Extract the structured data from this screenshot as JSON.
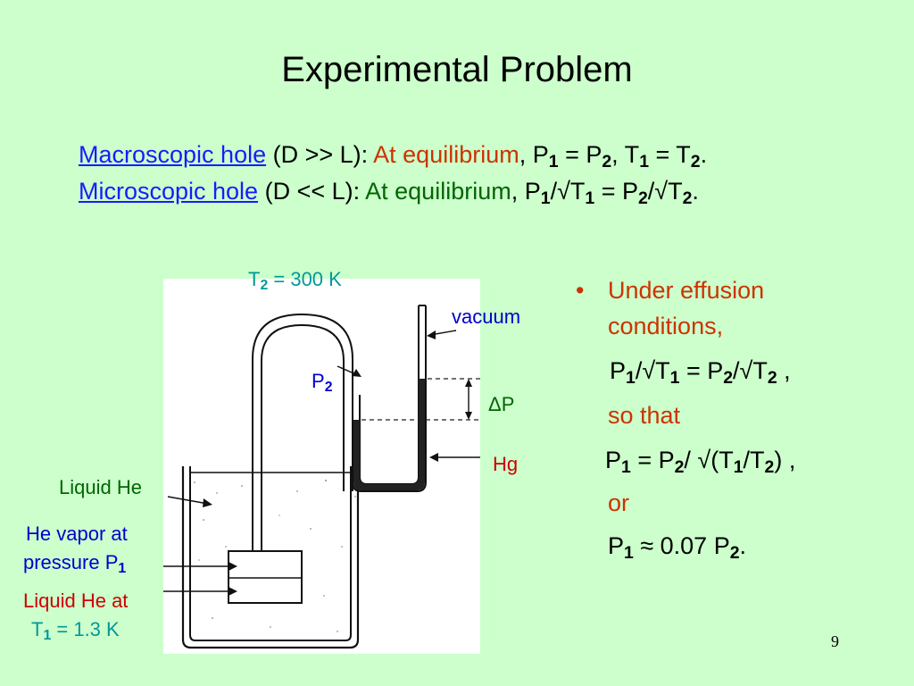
{
  "slide": {
    "title": "Experimental Problem",
    "page_number": "9"
  },
  "equations": {
    "macro": {
      "link": "Macroscopic hole",
      "cond": " (D >> L):  ",
      "eq_label": "At equilibrium",
      "comma": ", ",
      "p1": "P",
      "s1": "1",
      "eq1": " = P",
      "s2": "2",
      "mid": ", T",
      "s3": "1",
      "eq2": " = T",
      "s4": "2",
      "end": "."
    },
    "micro": {
      "link": "Microscopic hole",
      "cond": "  (D << L):  ",
      "eq_label": "At equilibrium",
      "comma": ", ",
      "p1": "P",
      "s1": "1",
      "a": "/√T",
      "s2": "1",
      "b": " = P",
      "s3": "2",
      "c": "/√T",
      "s4": "2",
      "end": "."
    }
  },
  "labels": {
    "t2_main": "T",
    "t2_sub": "2",
    "t2_rest": " = 300 K",
    "vacuum": "vacuum",
    "p2_main": "P",
    "p2_sub": "2",
    "delta_p": "ΔP",
    "hg": "Hg",
    "liquid_he": "Liquid He",
    "vapor_line1": "He vapor at",
    "vapor_line2": "pressure P",
    "vapor_sub": "1",
    "liquid_at": "Liquid He at",
    "t1_main": "T",
    "t1_sub": "1",
    "t1_rest": " = 1.3 K"
  },
  "bullet": {
    "symbol": "•",
    "line1": "Under effusion",
    "line2": "conditions,",
    "f1": {
      "a": "P",
      "s1": "1",
      "b": "/√T",
      "s2": "1",
      "c": " = P",
      "s3": "2",
      "d": "/√T",
      "s4": "2",
      "e": " ,"
    },
    "so_that": "so that",
    "f2": {
      "a": "P",
      "s1": "1",
      "b": " = P",
      "s2": "2",
      "c": "/ √(T",
      "s3": "1",
      "d": "/T",
      "s4": "2",
      "e": ") ,"
    },
    "or": "or",
    "f3": {
      "a": "P",
      "s1": "1",
      "b": " ≈ 0.07 P",
      "s2": "2",
      "c": "."
    }
  },
  "colors": {
    "background": "#ccffcc",
    "link": "#1a1aff",
    "equilibrium_red": "#cc3300",
    "equilibrium_green": "#006600",
    "label_teal": "#009999",
    "label_blue": "#0000cc",
    "label_red": "#cc0000"
  }
}
